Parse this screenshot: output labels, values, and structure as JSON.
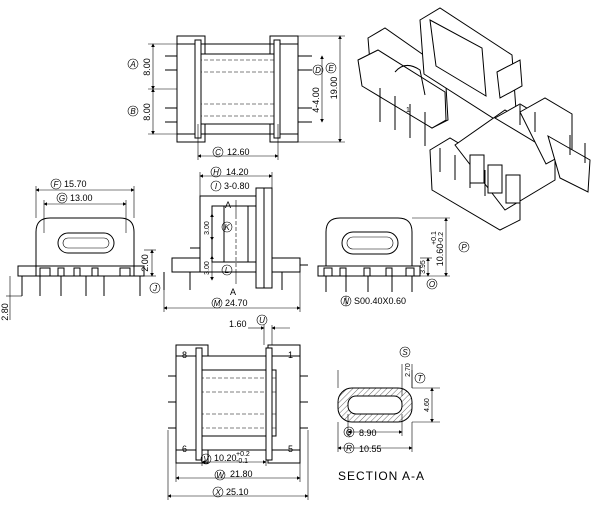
{
  "top_view": {
    "dims": {
      "A": "8.00",
      "B": "8.00",
      "C": "12.60",
      "D": "4-4.00",
      "E": "19.00"
    }
  },
  "front_view": {
    "dims": {
      "F": "15.70",
      "G": "13.00",
      "J": "2.00",
      "ext": "2.80"
    }
  },
  "side_view": {
    "dims": {
      "H": "14.20",
      "I": "3-0.80",
      "K": "3.00",
      "L": "3.00",
      "M": "24.70"
    },
    "section_marks": [
      "A",
      "A"
    ]
  },
  "right_view": {
    "dims": {
      "N": "S00.40X0.60",
      "O": "3.95",
      "P": "10.60",
      "P_tol_upper": "+0.1",
      "P_tol_lower": "-0.2"
    }
  },
  "bottom_view": {
    "dims": {
      "U": "1.60",
      "V": "10.20",
      "V_tol_upper": "+0.2",
      "V_tol_lower": "-0.1",
      "W": "21.80",
      "X": "25.10"
    },
    "pins": [
      "8",
      "1",
      "6",
      "5"
    ]
  },
  "section": {
    "title": "SECTION A-A",
    "dims": {
      "S": "2.70",
      "T": "",
      "Y": "4.60",
      "Q": "8.90",
      "R": "10.55"
    }
  }
}
